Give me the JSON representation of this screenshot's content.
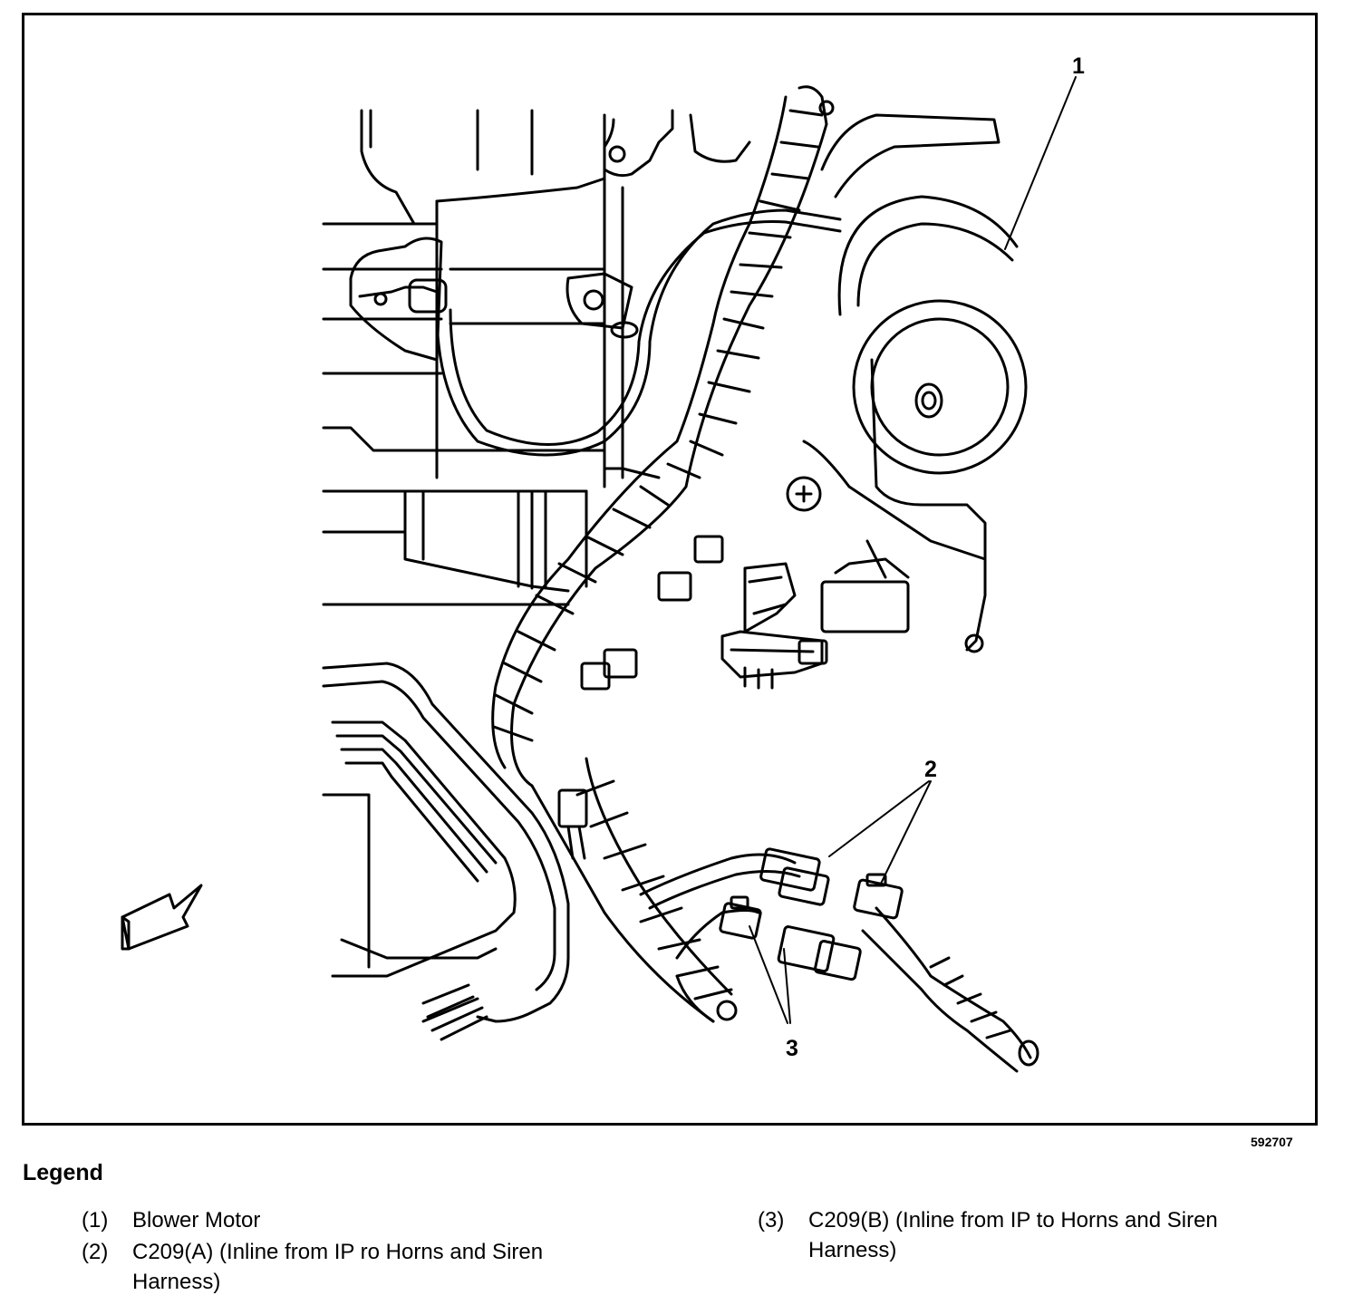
{
  "figure_id": "592707",
  "callouts": [
    "1",
    "2",
    "3"
  ],
  "legend": {
    "title": "Legend",
    "items": [
      {
        "number": "(1)",
        "text": "Blower Motor"
      },
      {
        "number": "(2)",
        "text": "C209(A) (Inline from IP ro Horns and Siren Harness)"
      },
      {
        "number": "(3)",
        "text": "C209(B) (Inline from IP to Horns and Siren Harness)"
      }
    ]
  }
}
